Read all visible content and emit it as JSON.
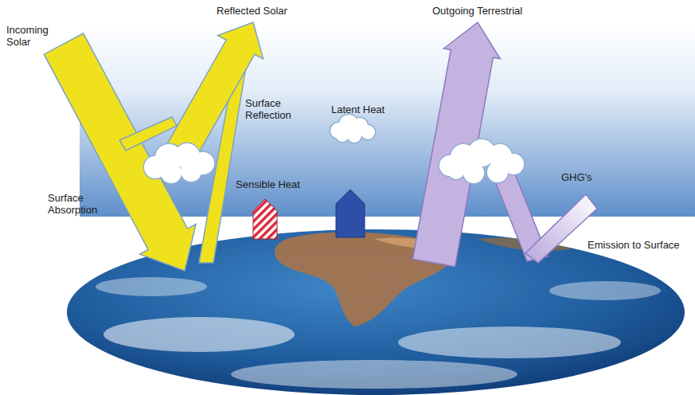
{
  "diagram": {
    "labels": [
      "Incoming Solar",
      "Reflected Solar",
      "Surface Reflection",
      "Latent Heat",
      "Sensible Heat",
      "Outgoing Terrestrial",
      "GHG's",
      "Emission to Surface",
      "Surface Absorption"
    ]
  }
}
